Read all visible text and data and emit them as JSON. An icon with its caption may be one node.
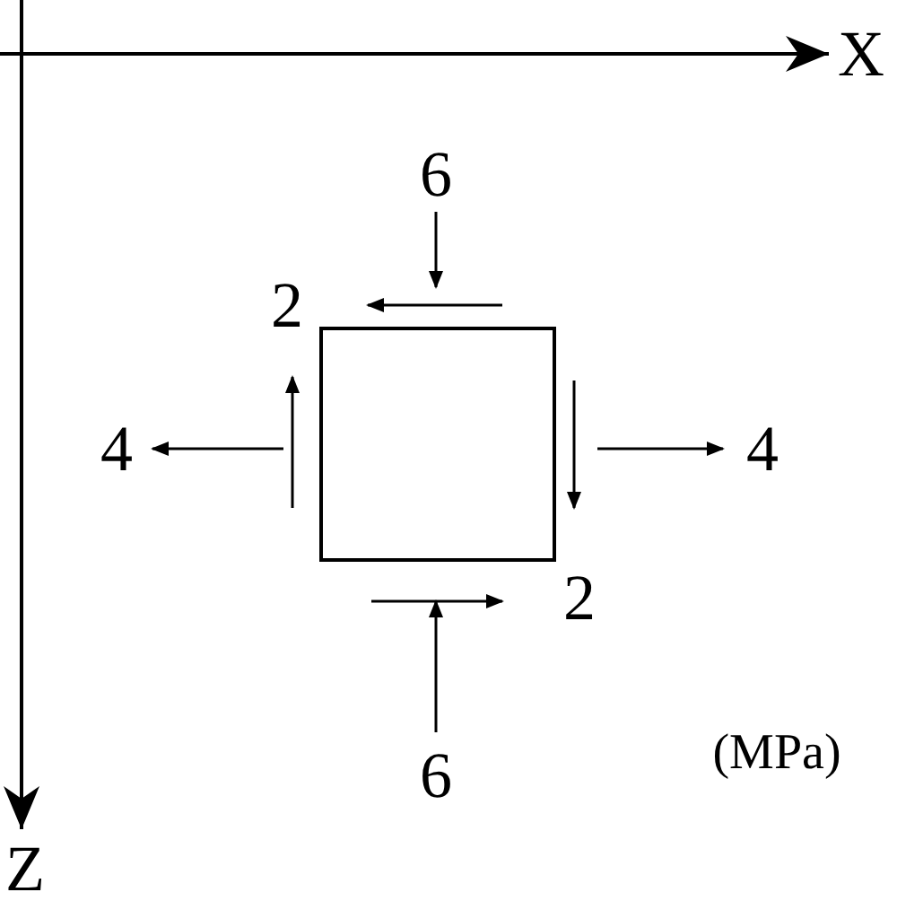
{
  "diagram": {
    "nodes": [
      {
        "text": [],
        "shape": "box"
      }
    ],
    "labels": [
      "X",
      "6",
      "2",
      "4",
      "4",
      "2",
      "6",
      "(MPa)",
      "Z"
    ]
  }
}
